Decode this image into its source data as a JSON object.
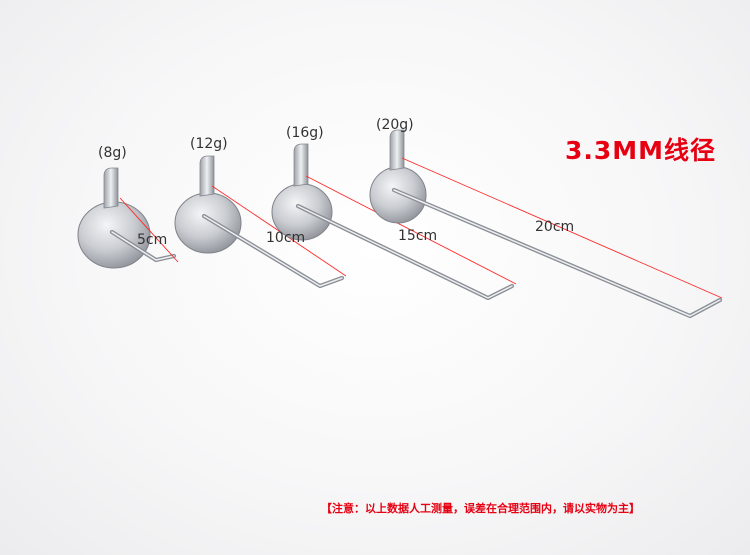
{
  "headline": "3.3MM线径",
  "note": "【注意：以上数据人工测量，误差在合理范围内，请以实物为主】",
  "colors": {
    "accent": "#e60012",
    "measure_line": "#ff2a2a",
    "metal": "#b9bcc1"
  },
  "hooks": [
    {
      "weight": "(8g)",
      "length": "5cm"
    },
    {
      "weight": "(12g)",
      "length": "10cm"
    },
    {
      "weight": "(16g)",
      "length": "15cm"
    },
    {
      "weight": "(20g)",
      "length": "20cm"
    }
  ]
}
